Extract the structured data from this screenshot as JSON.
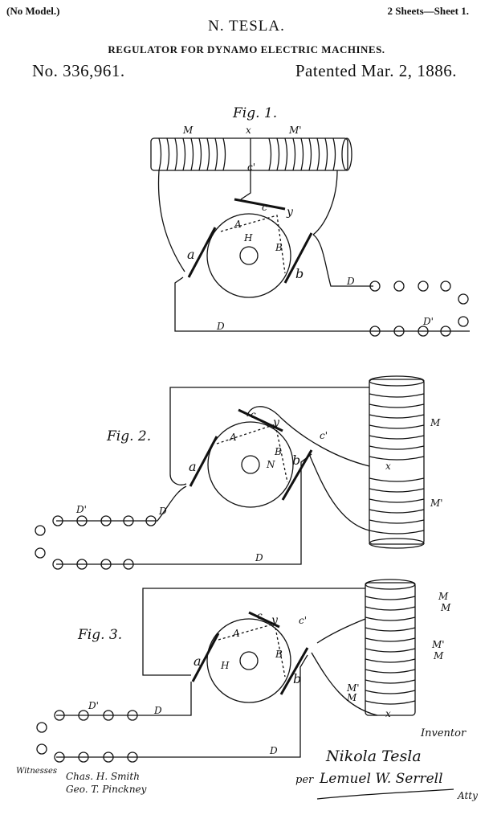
{
  "header": {
    "no_model": "(No Model.)",
    "sheets": "2 Sheets—Sheet 1.",
    "inventor": "N. TESLA.",
    "title": "REGULATOR FOR DYNAMO ELECTRIC MACHINES.",
    "patent_number": "No. 336,961.",
    "patent_date": "Patented Mar. 2, 1886."
  },
  "figures": {
    "fig1": {
      "label": "Fig. 1.",
      "parts": {
        "M": "M",
        "M_prime": "M'",
        "x": "x",
        "c_prime": "c'",
        "c": "c",
        "y": "y",
        "A": "A",
        "H": "H",
        "B": "B",
        "a": "a",
        "b": "b",
        "D": "D",
        "D2": "D",
        "D_prime": "D'"
      }
    },
    "fig2": {
      "label": "Fig. 2.",
      "parts": {
        "c": "c",
        "y": "y",
        "c_prime": "c'",
        "A": "A",
        "B": "B",
        "N": "N",
        "a": "a",
        "b": "b",
        "M": "M",
        "x": "x",
        "M_prime": "M'",
        "D_prime": "D'",
        "D": "D",
        "D2": "D"
      }
    },
    "fig3": {
      "label": "Fig. 3.",
      "parts": {
        "c": "c",
        "y": "y",
        "c_prime": "c'",
        "A": "A",
        "H": "H",
        "B": "B",
        "a": "a",
        "b": "b",
        "M1": "M",
        "M2": "M",
        "M_prime": "M'",
        "M3": "M",
        "M_prime2": "M'",
        "M4": "M",
        "x": "x",
        "D_prime": "D'",
        "D": "D",
        "D2": "D"
      }
    }
  },
  "signatures": {
    "witnesses_label": "Witnesses",
    "witness1": "Chas. H. Smith",
    "witness2": "Geo. T. Pinckney",
    "inventor_label": "Inventor",
    "inventor_signature": "Nikola Tesla",
    "per": "per",
    "attorney": "Lemuel W. Serrell",
    "atty": "Atty"
  }
}
